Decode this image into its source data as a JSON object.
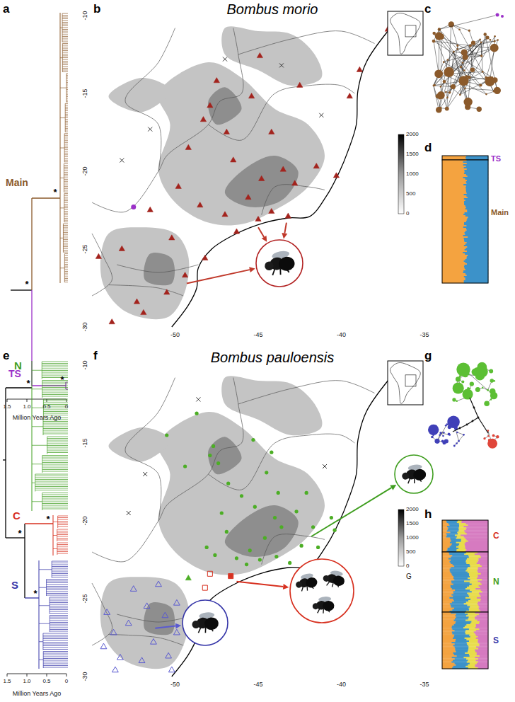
{
  "diagram": {
    "labels": [
      "a",
      "Bombus morio",
      "b",
      "c",
      "Main",
      "TS",
      "d",
      "TS",
      "Main",
      "-10",
      "-15",
      "-20",
      "-25",
      "-30",
      "-50",
      "-45",
      "-40",
      "-35",
      "2000",
      "1500",
      "1000",
      "500",
      "0",
      "1.5",
      "1.0",
      "0.5",
      "0",
      "Million Years Ago",
      "*",
      "*",
      "*",
      "e",
      "Bombus pauloensis",
      "f",
      "g",
      "h",
      "N",
      "C",
      "S",
      "C",
      "N",
      "S",
      "-10",
      "-15",
      "-20",
      "-25",
      "-30",
      "-50",
      "-45",
      "-40",
      "-35",
      "2000",
      "1500",
      "1000",
      "500",
      "0",
      "G",
      "1.5",
      "1.0",
      "0.5",
      "0",
      "Million Years Ago",
      "*",
      "*",
      "*",
      "*"
    ]
  }
}
